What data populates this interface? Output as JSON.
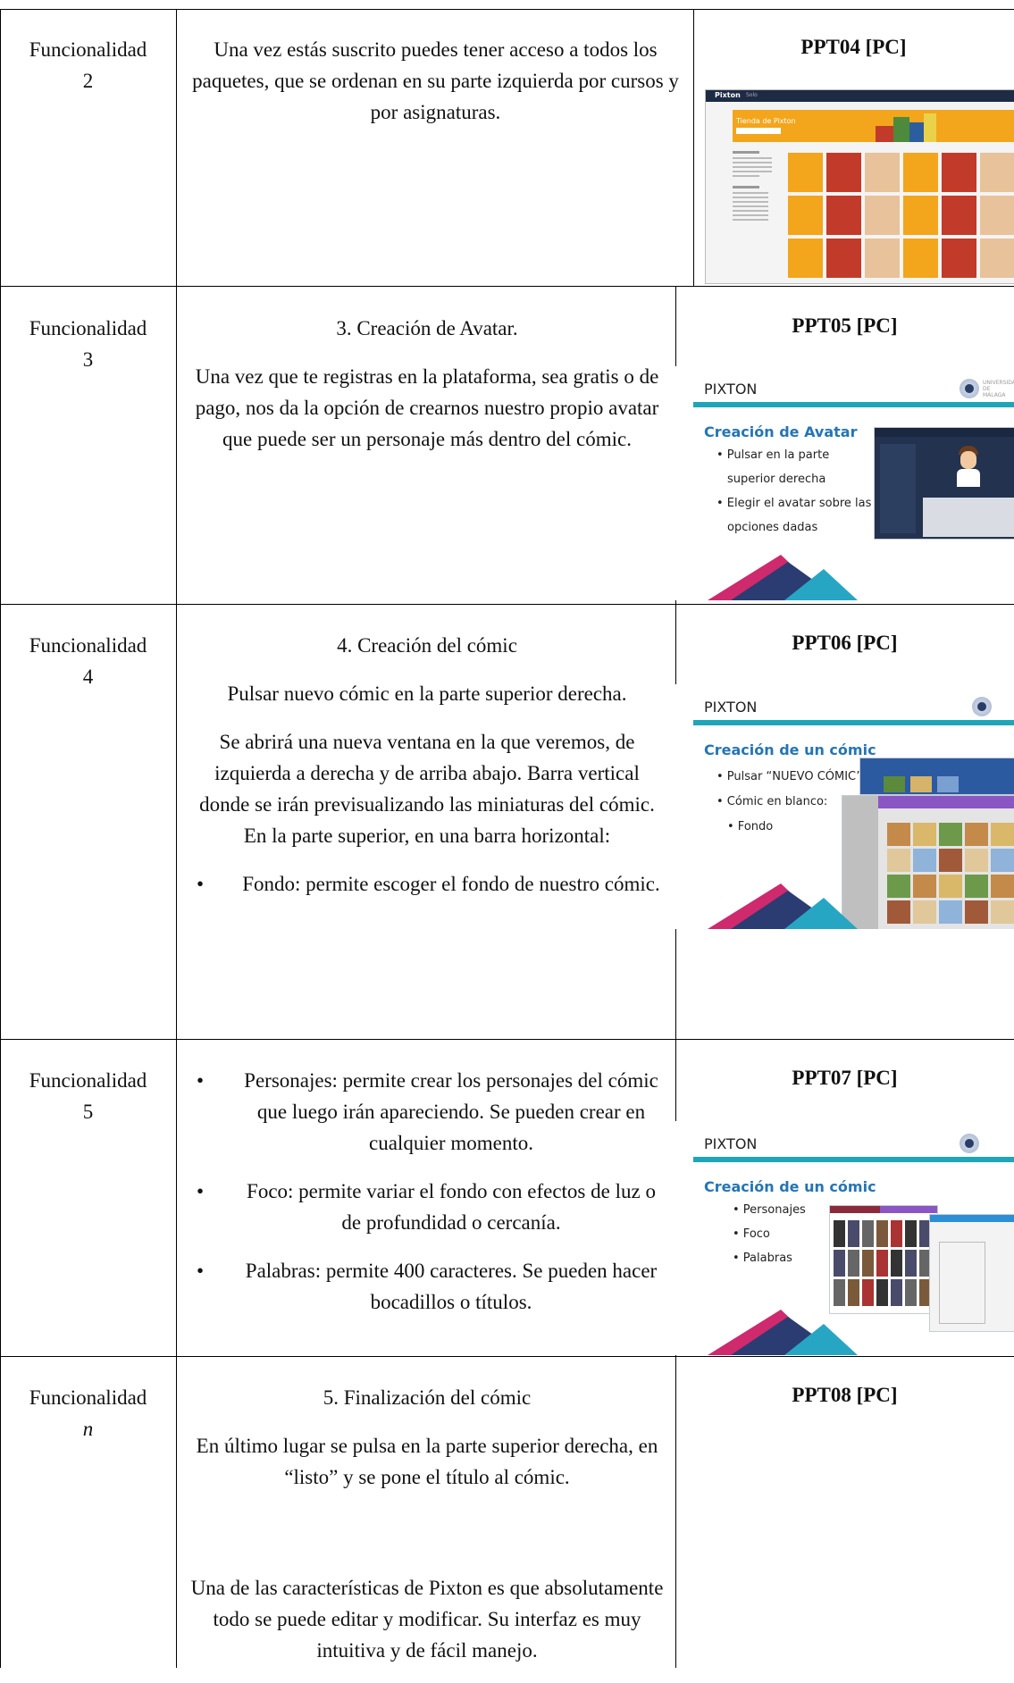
{
  "rows": [
    {
      "label_line1": "Funcionalidad",
      "label_line2": "2",
      "paragraphs": [
        "Una vez estás suscrito puedes tener acceso a todos los paquetes, que se ordenan en su parte izquierda por cursos y por asignaturas."
      ],
      "ref": "PPT04 [PC]"
    },
    {
      "label_line1": "Funcionalidad",
      "label_line2": "3",
      "paragraphs": [
        "3. Creación de Avatar.",
        "Una vez que te registras en la plataforma, sea gratis o de pago, nos da la opción de crearnos nuestro propio avatar que puede ser un personaje más dentro del cómic."
      ],
      "ref": "PPT05 [PC]",
      "slide": {
        "brand": "PIXTON",
        "logo_text": "UNIVERSIDAD DE MÁLAGA",
        "subtitle": "Creación de Avatar",
        "items": [
          "• Pulsar en la parte",
          "superior derecha",
          "• Elegir el avatar sobre las",
          "opciones dadas"
        ]
      }
    },
    {
      "label_line1": "Funcionalidad",
      "label_line2": "4",
      "paragraphs": [
        "4. Creación del cómic",
        "Pulsar nuevo cómic en la parte superior derecha.",
        "Se abrirá una nueva ventana en la que veremos, de izquierda a derecha y de arriba abajo. Barra vertical donde se irán previsualizando las miniaturas del cómic. En la parte superior, en una barra horizontal:"
      ],
      "bullets": [
        "Fondo: permite escoger el fondo de nuestro cómic."
      ],
      "ref": "PPT06 [PC]",
      "slide": {
        "brand": "PIXTON",
        "subtitle": "Creación de un cómic",
        "items": [
          "• Pulsar “NUEVO CÓMIC”",
          "• Cómic en blanco:",
          "• Fondo"
        ]
      }
    },
    {
      "label_line1": "Funcionalidad",
      "label_line2": "5",
      "bullets": [
        "Personajes: permite crear los personajes del cómic que luego irán apareciendo. Se pueden crear en cualquier momento.",
        "Foco: permite variar el fondo con efectos de luz o de profundidad o cercanía.",
        "Palabras: permite 400 caracteres. Se pueden hacer bocadillos o títulos."
      ],
      "ref": "PPT07 [PC]",
      "slide": {
        "brand": "PIXTON",
        "subtitle": "Creación de un cómic",
        "items": [
          "• Personajes",
          "• Foco",
          "• Palabras"
        ]
      }
    },
    {
      "label_line1": "Funcionalidad",
      "label_line2": "n",
      "paragraphs": [
        "5. Finalización del cómic",
        "En último lugar se pulsa en la parte superior derecha, en “listo” y se pone el título al cómic."
      ],
      "paragraphs_after": [
        "Una de las características de Pixton es que absolutamente todo se puede editar y modificar. Su interfaz es muy intuitiva y de fácil manejo."
      ],
      "ref": "PPT08 [PC]"
    }
  ],
  "bullet_glyph": "•",
  "thumb1": {
    "brand": "Pixton",
    "section": "Solo",
    "banner": "Tienda de Pixton",
    "palette": [
      "#f3a51c",
      "#2c5e9e",
      "#c23a2a",
      "#4d8a3b",
      "#e7c29a",
      "#6b4a3a"
    ]
  }
}
